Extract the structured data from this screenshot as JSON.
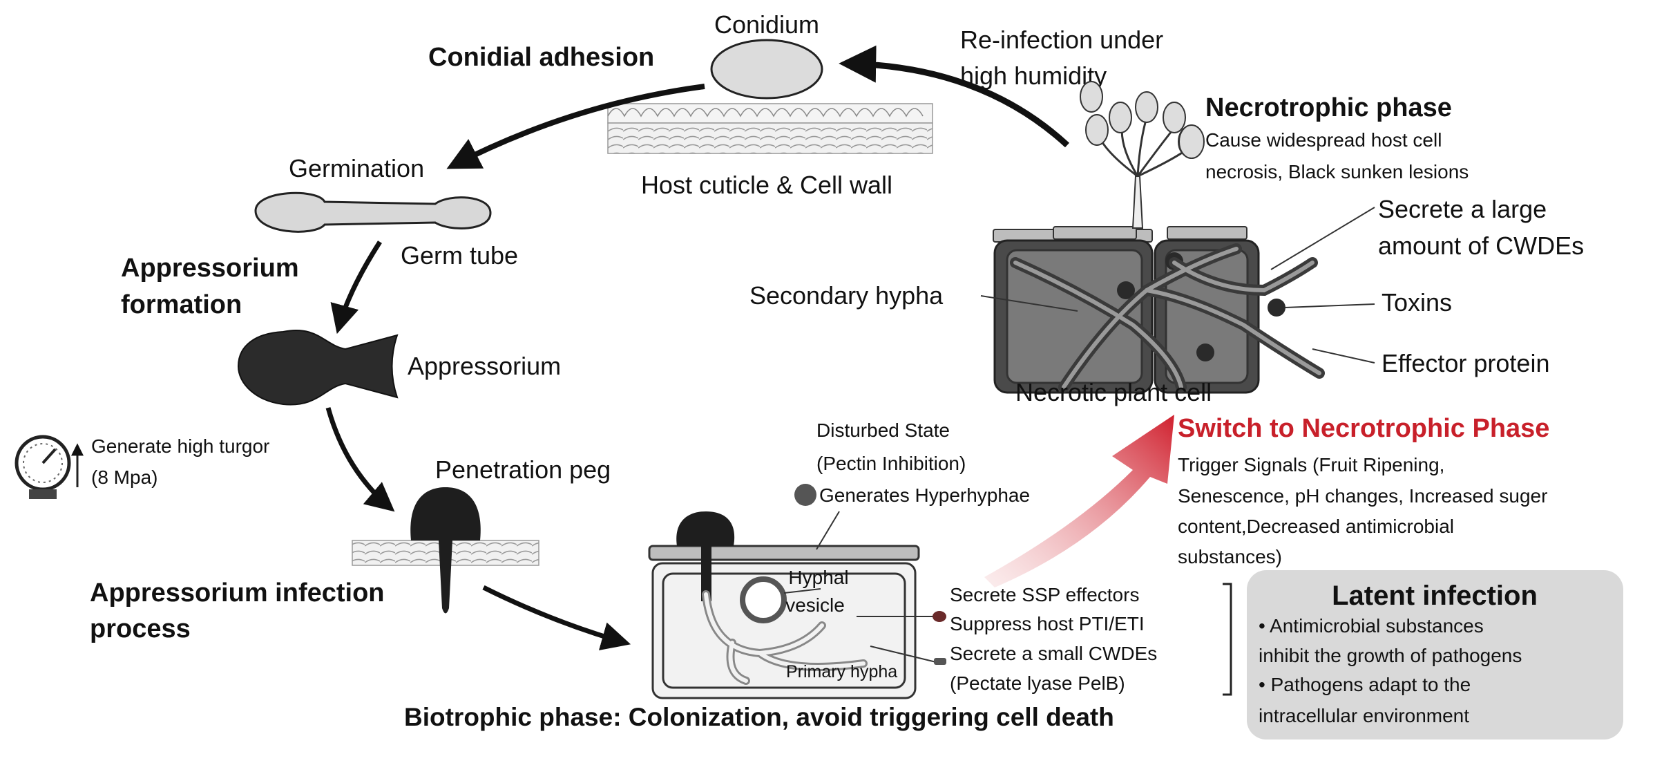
{
  "stages": {
    "conidium": "Conidium",
    "conidial_adhesion": "Conidial adhesion",
    "host_cuticle": "Host cuticle & Cell wall",
    "reinfection_line1": "Re-infection under",
    "reinfection_line2": "high humidity",
    "germination": "Germination",
    "germ_tube": "Germ tube",
    "appressorium_formation_line1": "Appressorium",
    "appressorium_formation_line2": "formation",
    "appressorium": "Appressorium",
    "turgor_line1": "Generate high turgor",
    "turgor_line2": "(8 Mpa)",
    "penetration_peg": "Penetration peg",
    "infection_process_line1": "Appressorium infection",
    "infection_process_line2": "process"
  },
  "necrotrophic": {
    "title": "Necrotrophic phase",
    "desc_line1": "Cause widespread host cell",
    "desc_line2": "necrosis, Black sunken lesions",
    "cwdes_line1": "Secrete a large",
    "cwdes_line2": "amount of CWDEs",
    "toxins": "Toxins",
    "effector": "Effector protein",
    "secondary_hypha": "Secondary hypha",
    "necrotic_cell": "Necrotic plant cell"
  },
  "switch": {
    "title": "Switch to Necrotrophic Phase",
    "line1": "Trigger Signals (Fruit Ripening,",
    "line2": "Senescence, pH changes, Increased suger",
    "line3": "content,Decreased antimicrobial",
    "line4": "substances)",
    "color": "#c8202a"
  },
  "disturbed": {
    "line1": "Disturbed State",
    "line2": "(Pectin Inhibition)",
    "line3": "Generates Hyperhyphae"
  },
  "biotrophic": {
    "hyphal_line1": "Hyphal",
    "hyphal_line2": "vesicle",
    "primary_hypha": "Primary hypha",
    "ssp": "Secrete SSP effectors",
    "suppress": "Suppress host PTI/ETI",
    "small_cwdes": "Secrete a small CWDEs",
    "pectate": "(Pectate lyase PelB)",
    "caption": "Biotrophic phase: Colonization, avoid triggering cell death"
  },
  "latent": {
    "title": "Latent infection",
    "bullet1_line1": "•  Antimicrobial substances",
    "bullet1_line2": "inhibit the growth of pathogens",
    "bullet2_line1": "•  Pathogens adapt to the",
    "bullet2_line2": "intracellular environment",
    "bg_color": "#d9d9d9"
  }
}
